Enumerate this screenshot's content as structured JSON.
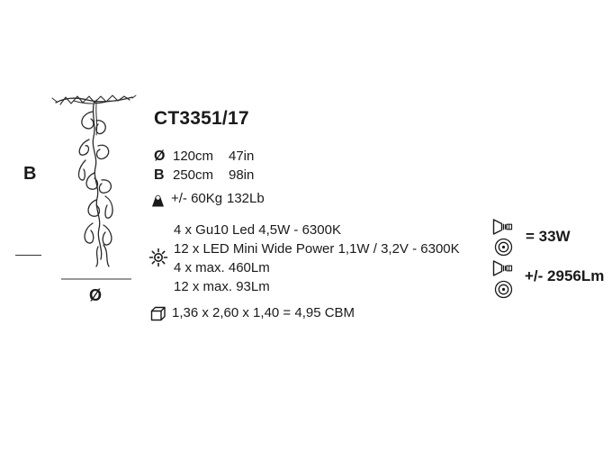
{
  "product": {
    "code": "CT3351/17",
    "diameter": {
      "symbol": "Ø",
      "metric": "120cm",
      "imperial": "47in"
    },
    "height": {
      "symbol": "B",
      "metric": "250cm",
      "imperial": "98in"
    },
    "weight": {
      "metric": "+/- 60Kg",
      "imperial": "132Lb"
    },
    "lamps": {
      "lines": [
        "4 x Gu10 Led 4,5W - 6300K",
        "12 x LED Mini Wide Power 1,1W / 3,2V - 6300K",
        "4 x max. 460Lm",
        "12 x max. 93Lm"
      ]
    },
    "packaging": {
      "text": "1,36 x 2,60 x 1,40 = 4,95 CBM"
    }
  },
  "energy": {
    "total_wattage": "= 33W",
    "total_lumens": "+/- 2956Lm"
  },
  "diagram": {
    "height_label": "B",
    "diameter_label": "Ø"
  },
  "icons": {
    "weight": "weight-icon",
    "bulb": "bulb-icon",
    "box": "box-icon",
    "spotlight": "spotlight-icon",
    "led_lens": "led-lens-icon"
  },
  "colors": {
    "text": "#1a1a1a",
    "sketch": "#2a2a2a",
    "diameter_line": "#999999"
  }
}
